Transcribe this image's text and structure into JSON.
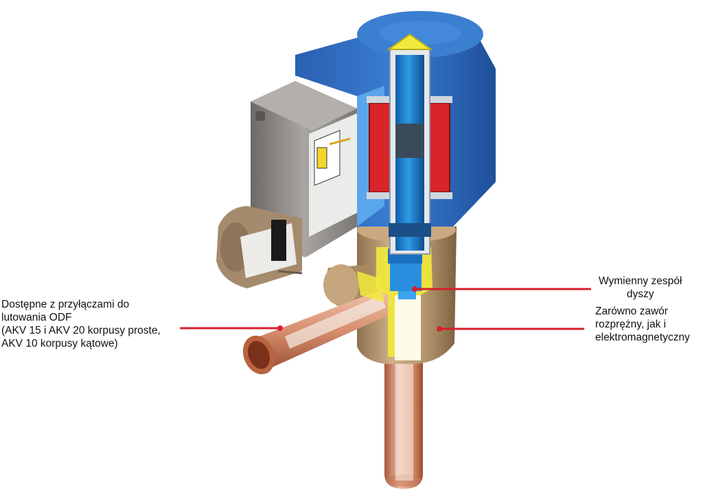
{
  "callouts": {
    "connections": {
      "lines": [
        "Dostępne z przyłączami do",
        "lutowania ODF",
        "(AKV 15 i AKV 20 korpusy proste,",
        "AKV 10 korpusy kątowe)"
      ]
    },
    "nozzle": {
      "lines": [
        "Wymienny zespół",
        "dyszy"
      ]
    },
    "valve_type": {
      "lines": [
        "Zarówno zawór",
        "rozprężny, jak i",
        "elektromagnetyczny"
      ]
    }
  },
  "colors": {
    "leader_line": "#d81e2a",
    "coil_blue": "#2f6fc4",
    "core_blue": "#1e88d8",
    "brass": "#b79a72",
    "copper": "#c9785a",
    "housing_grey": "#8a8684",
    "highlight_yellow": "#f2ea3a",
    "winding_red": "#d9242a"
  }
}
